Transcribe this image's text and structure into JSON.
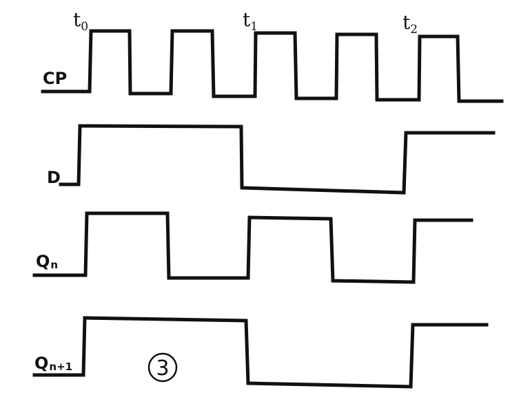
{
  "time_markers": [
    {
      "symbol": "t",
      "sub": "0"
    },
    {
      "symbol": "t",
      "sub": "1"
    },
    {
      "symbol": "t",
      "sub": "2"
    }
  ],
  "signals": [
    {
      "name": "CP",
      "sub": ""
    },
    {
      "name": "D",
      "sub": ""
    },
    {
      "name": "Q",
      "sub": "n"
    },
    {
      "name": "Q",
      "sub": "n+1"
    }
  ],
  "figure_number": "3"
}
